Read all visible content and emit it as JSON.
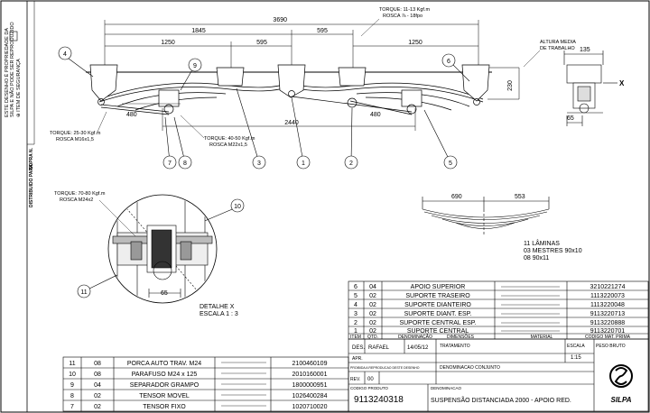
{
  "dimensions": {
    "total": "3690",
    "left_span": "1845",
    "mid_left": "595",
    "mid_right": "595",
    "left_1250": "1250",
    "right_1250": "1250",
    "bottom_2440": "2440",
    "d480_left": "480",
    "d480_right": "480",
    "height_230": "230",
    "side_135": "135",
    "side_65": "65",
    "leaf_690": "690",
    "leaf_553": "553",
    "detail_65": "65"
  },
  "annotations": {
    "torque_top_1": "TORQUE: 11-13 Kgf.m",
    "torque_top_2": "ROSCA ⅞ - 18fpo",
    "altura_1": "ALTURA MEDIA",
    "altura_2": "DE TRABALHO",
    "torque_left_1": "TORQUE: 25-30 Kgf.m",
    "torque_left_2": "ROSCA M16x1,5",
    "torque_mid_1": "TORQUE: 40-50 Kgf.m",
    "torque_mid_2": "ROSCA M22x1,5",
    "torque_detail_1": "TORQUE: 70-80 Kgf.m",
    "torque_detail_2": "ROSCA M24x2",
    "detail_1": "DETALHE X",
    "detail_2": "ESCALA 1 : 3",
    "view_x": "X",
    "laminas_1": "11 LÂMINAS",
    "laminas_2": "03 MESTRES 90x10",
    "laminas_3": "08 90x11"
  },
  "balloons": [
    "1",
    "2",
    "3",
    "4",
    "5",
    "6",
    "7",
    "8",
    "9",
    "10",
    "11"
  ],
  "left_margin": {
    "col1": "ESTE DESENHO É PROPRIEDADE DA",
    "col2": "SILPA E NÃO PODE SER REPRODUZIDO",
    "col3": "⊕ ITEM DE SEGURANÇA",
    "col4": "SOPRA N.",
    "col5": "DISTRIBUIDO PARA"
  },
  "parts_right": [
    {
      "item": "6",
      "qty": "04",
      "desc": "APOIO SUPERIOR",
      "code": "3210221274"
    },
    {
      "item": "5",
      "qty": "02",
      "desc": "SUPORTE TRASEIRO",
      "code": "1113220073"
    },
    {
      "item": "4",
      "qty": "02",
      "desc": "SUPORTE DIANTEIRO",
      "code": "1113220048"
    },
    {
      "item": "3",
      "qty": "02",
      "desc": "SUPORTE DIANT. ESP.",
      "code": "9113220713"
    },
    {
      "item": "2",
      "qty": "02",
      "desc": "SUPORTE CENTRAL ESP.",
      "code": "9113220888"
    },
    {
      "item": "1",
      "qty": "02",
      "desc": "SUPORTE CENTRAL",
      "code": "9113220701"
    }
  ],
  "parts_left": [
    {
      "item": "11",
      "qty": "08",
      "desc": "PORCA AUTO TRAV. M24",
      "code": "2100460109"
    },
    {
      "item": "10",
      "qty": "08",
      "desc": "PARAFUSO M24 x 125",
      "code": "2010160001"
    },
    {
      "item": "9",
      "qty": "04",
      "desc": "SEPARADOR GRAMPO",
      "code": "1800000951"
    },
    {
      "item": "8",
      "qty": "02",
      "desc": "TENSOR MOVEL",
      "code": "1026400284"
    },
    {
      "item": "7",
      "qty": "02",
      "desc": "TENSOR FIXO",
      "code": "1020710020"
    }
  ],
  "header_row": {
    "item": "ITEM",
    "qty": "QTD.",
    "desc": "DENOMINAÇÃO",
    "dims": "DIMENSÕES",
    "material": "MATERIAL",
    "code": "CODIGO MAT. PRIMA"
  },
  "title_block": {
    "des_label": "DES.",
    "des_name": "RAFAEL",
    "des_date": "14/05/12",
    "tratamento": "TRATAMENTO",
    "escala_label": "ESCALA",
    "escala": "1:15",
    "peso": "PESO BRUTO",
    "apr": "APR.",
    "proibida": "PROIBIDA A REPRODUCAO DESTE DESENHO",
    "denom_conj": "DENOMINACAO CONJUNTO",
    "rev_label": "REV.",
    "rev": "00",
    "codigo_label": "CODIGO PRODUTO",
    "denominacao_label": "DENOMINACAO",
    "code": "9113240318",
    "title": "SUSPENSÃO DISTANCIADA 2000 - APOIO RED.",
    "logo": "SILPA"
  }
}
